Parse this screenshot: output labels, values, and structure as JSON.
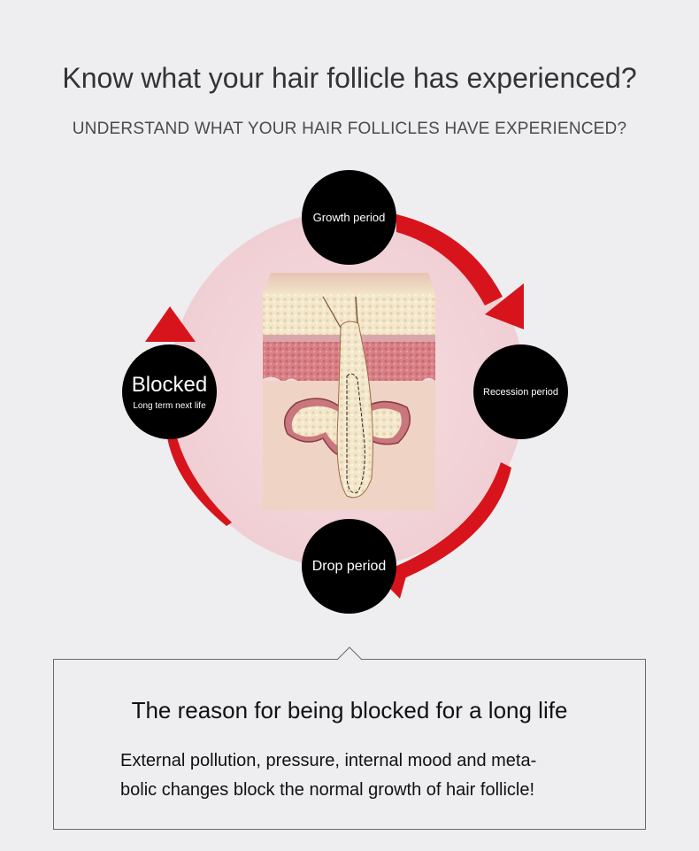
{
  "header": {
    "title": "Know what your hair follicle has experienced?",
    "subtitle": "UNDERSTAND WHAT YOUR HAIR FOLLICLES HAVE EXPERIENCED?"
  },
  "cycle": {
    "growth": "Growth period",
    "recession": "Recession period",
    "drop": "Drop period",
    "blocked": "Blocked",
    "blocked_sub": "Long term next life"
  },
  "reason": {
    "title": "The reason for being blocked for a long life",
    "text_line1": "External pollution, pressure, internal mood and meta-",
    "text_line2": "bolic changes block the normal growth of hair follicle!"
  },
  "colors": {
    "background": "#eeeef0",
    "arrow": "#d7141c",
    "circle_bg": "#f0d2d6",
    "node": "#000000"
  }
}
